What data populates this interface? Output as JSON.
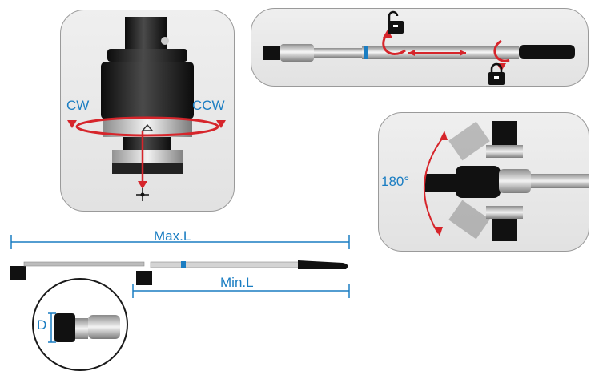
{
  "labels": {
    "cw": "CW",
    "ccw": "CCW",
    "rotation": "180°",
    "max_length": "Max.L",
    "min_length": "Min.L",
    "diameter": "D"
  },
  "colors": {
    "accent_blue": "#1a7dc2",
    "arrow_red": "#d6252b",
    "panel_border": "#9a9a9a"
  },
  "icons": {
    "unlock": "unlocked-padlock-icon",
    "lock": "locked-padlock-icon",
    "crosshair": "crosshair-icon"
  }
}
